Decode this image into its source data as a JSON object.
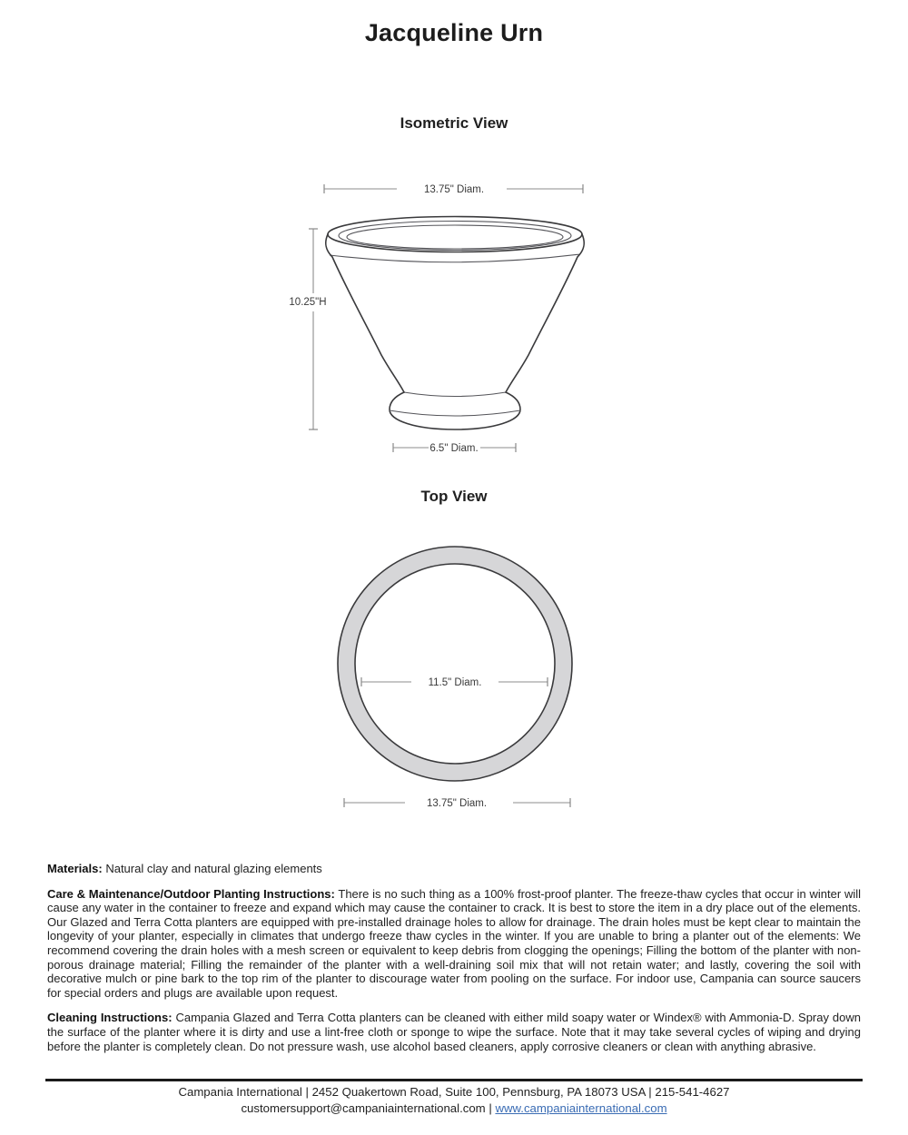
{
  "title": "Jacqueline Urn",
  "isometric": {
    "heading": "Isometric View",
    "rim_diameter": "13.75\" Diam.",
    "height": "10.25\"H",
    "foot_diameter": "6.5\" Diam."
  },
  "top_view": {
    "heading": "Top View",
    "opening_diameter": "11.5\" Diam.",
    "overall_diameter": "13.75\" Diam."
  },
  "specs": {
    "materials_label": "Materials:",
    "materials_text": "Natural clay and natural glazing elements",
    "care_label": "Care & Maintenance/Outdoor Planting Instructions:",
    "care_text": "There is no such thing as a 100% frost-proof planter. The freeze-thaw cycles that occur in winter will cause any water in the container to freeze and expand which may cause the container to crack. It is best to store the item in a dry place out of the elements. Our Glazed and Terra Cotta planters are equipped with pre-installed drainage holes to allow for drainage. The drain holes must be kept clear to maintain the longevity of your planter, especially in climates that undergo freeze thaw cycles in the winter. If you are unable to bring a planter out of the elements: We recommend covering the drain holes with a mesh screen or equivalent to keep debris from clogging the openings; Filling the bottom of the planter with non-porous drainage material; Filling the remainder of the planter with a well-draining soil mix that will not retain water; and lastly, covering the soil with decorative mulch or pine bark to the top rim of the planter to discourage water from pooling on the surface. For indoor use, Campania can source saucers for special orders and plugs are available upon request.",
    "cleaning_label": "Cleaning Instructions:",
    "cleaning_text": "Campania Glazed and Terra Cotta planters can be cleaned with either mild soapy water or Windex® with Ammonia-D. Spray down the surface of the planter where it is dirty and use a lint-free cloth or sponge to wipe the surface. Note that it may take several cycles of wiping and drying before the planter is completely clean. Do not pressure wash, use alcohol based cleaners, apply corrosive cleaners or clean with anything abrasive."
  },
  "footer": {
    "line1": "Campania International | 2452 Quakertown Road, Suite 100, Pennsburg, PA 18073 USA | 215-541-4627",
    "email": "customersupport@campaniainternational.com",
    "separator": "|",
    "website": "www.campaniainternational.com"
  },
  "colors": {
    "link_blue": "#3a6cb4",
    "ring_fill_gray": "#d6d6d8",
    "line_dark": "#3a3a3c",
    "dim_gray": "#8d8d8d",
    "footer_rule": "#1b1b1b"
  }
}
